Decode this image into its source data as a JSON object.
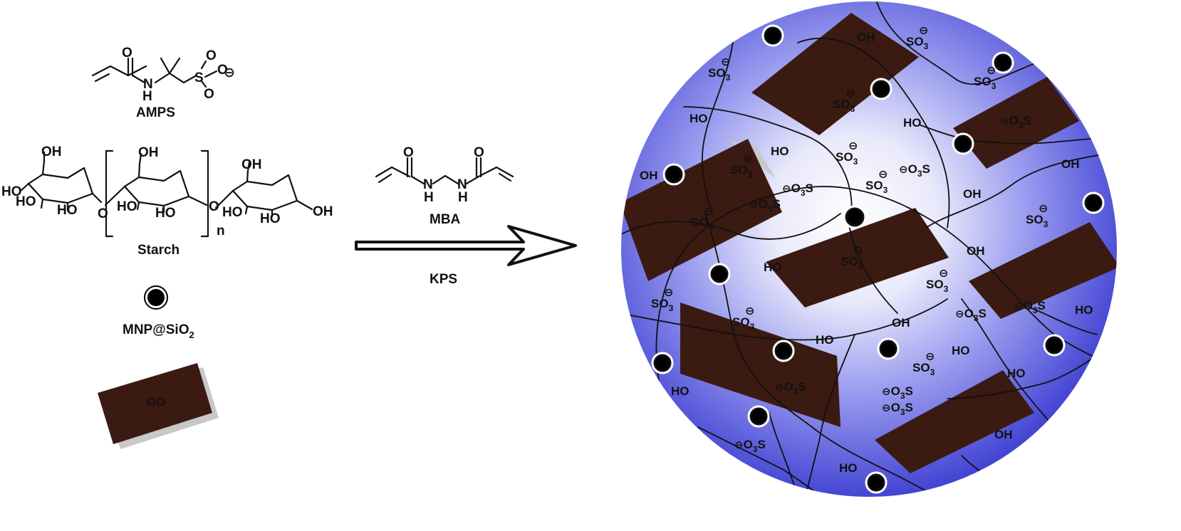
{
  "reagents": {
    "amps": {
      "name": "AMPS",
      "atoms": {
        "o1": "O",
        "n": "N",
        "h": "H",
        "s": "S",
        "o2": "O",
        "o3": "O",
        "o4": "O",
        "charge": "⊖"
      }
    },
    "starch": {
      "name": "Starch",
      "repeat": "n",
      "oh": "OH",
      "ho": "HO",
      "o": "O"
    },
    "mnp": {
      "label_main": "MNP@SiO",
      "label_sub": "2"
    },
    "sheet_label": "GO"
  },
  "crosslinker": {
    "name": "MBA",
    "atoms": {
      "o": "O",
      "n": "N",
      "h": "H"
    }
  },
  "initiator": {
    "name": "KPS"
  },
  "colors": {
    "sphere_center": "#ffffff",
    "sphere_edge": "#3d3fd6",
    "sheet": "#3b1a12",
    "dot": "#000000",
    "line": "#111111"
  },
  "product": {
    "groups": {
      "so3": "SO",
      "so3_sub": "3",
      "o3s": "O",
      "o3s_sub": "3",
      "o3s_tail": "S",
      "oh": "OH",
      "ho": "HO",
      "minus": "⊖"
    }
  }
}
